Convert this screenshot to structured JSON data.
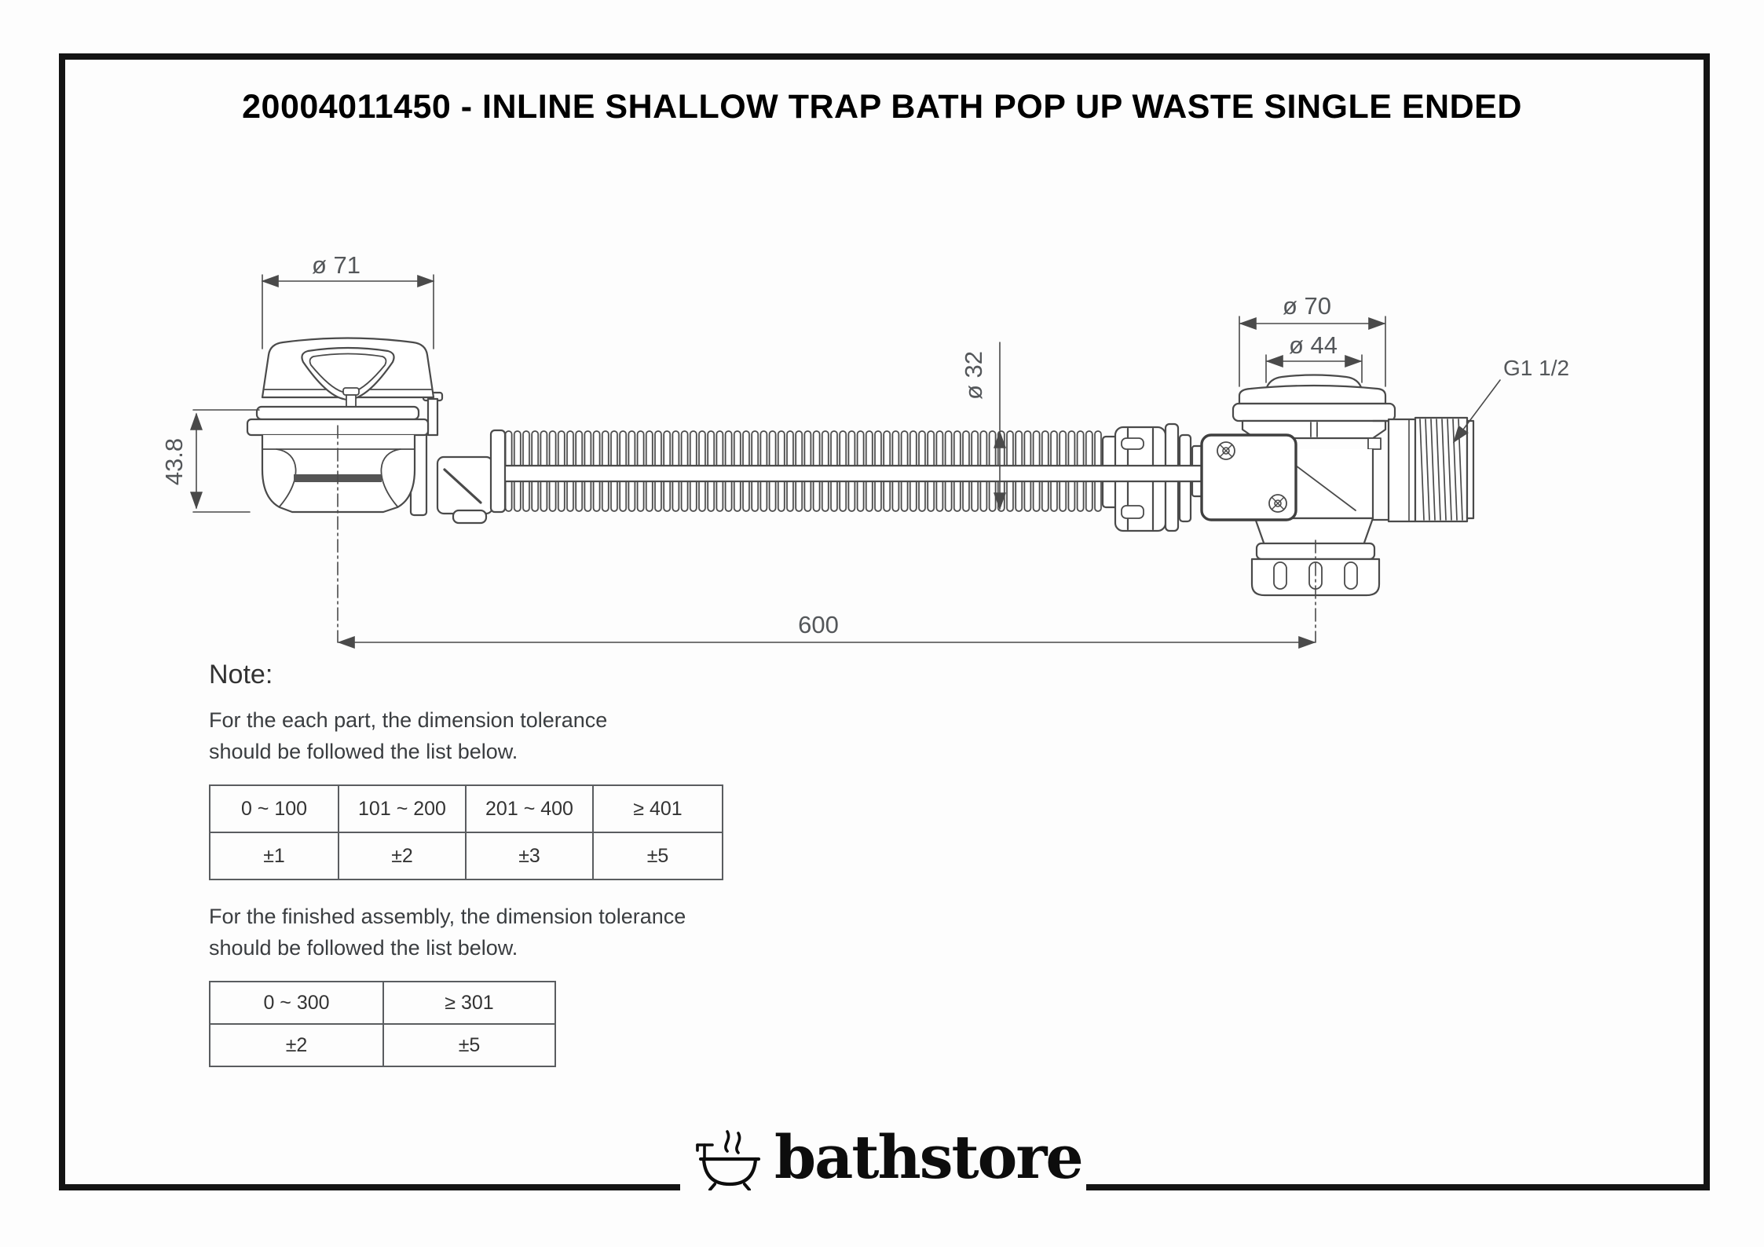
{
  "title": "20004011450 - INLINE SHALLOW TRAP BATH POP UP WASTE SINGLE ENDED",
  "drawing": {
    "dims": {
      "plug_cap_diameter": "ø 71",
      "trap_height": "43.8",
      "hose_diameter": "ø 32",
      "overall_length": "600",
      "overflow_outer_diameter": "ø 70",
      "overflow_inner_diameter": "ø 44",
      "thread_spec": "G1 1/2"
    }
  },
  "note": {
    "heading": "Note:",
    "part_intro_line1": "For the each part, the dimension tolerance",
    "part_intro_line2": "should be followed the list below.",
    "part_table": {
      "headers": [
        "0 ~ 100",
        "101 ~ 200",
        "201 ~ 400",
        "≥ 401"
      ],
      "values": [
        "±1",
        "±2",
        "±3",
        "±5"
      ]
    },
    "assembly_intro_line1": "For the finished assembly, the dimension tolerance",
    "assembly_intro_line2": "should be followed the list below.",
    "assembly_table": {
      "headers": [
        "0 ~ 300",
        "≥ 301"
      ],
      "values": [
        "±2",
        "±5"
      ]
    }
  },
  "footer": {
    "brand": "bathstore"
  },
  "colors": {
    "line": "#4a4a4a",
    "frame": "#141414",
    "dim_text": "#54575a"
  }
}
